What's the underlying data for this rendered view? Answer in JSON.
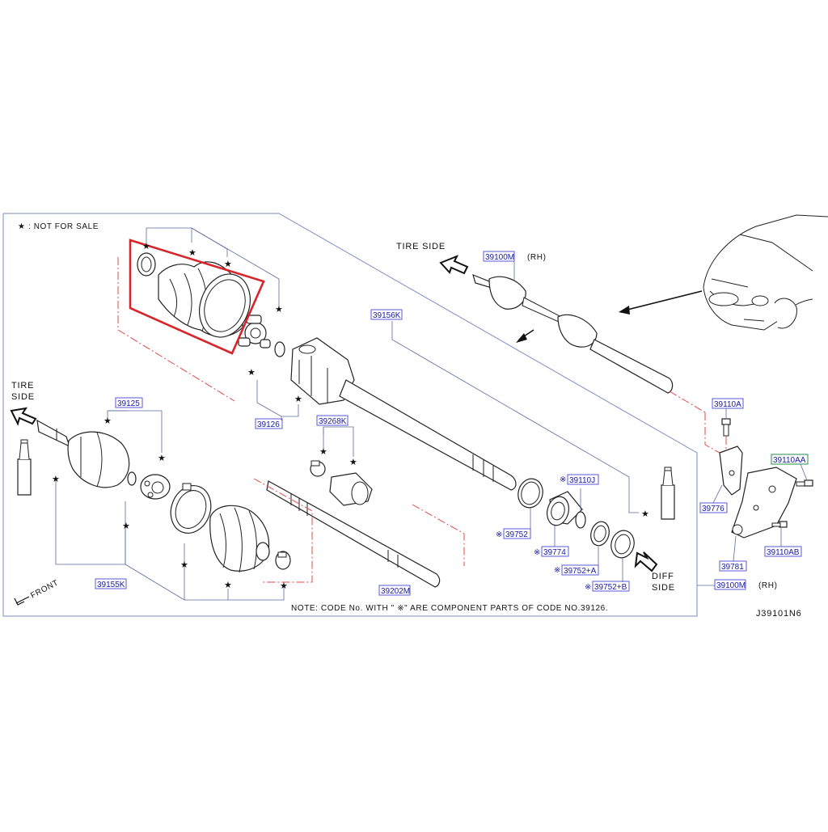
{
  "legend": {
    "not_for_sale": "★ : NOT FOR SALE"
  },
  "directions": {
    "tire_side_top": "TIRE  SIDE",
    "tire_side_left_1": "TIRE",
    "tire_side_left_2": "SIDE",
    "diff_side_1": "DIFF",
    "diff_side_2": "SIDE",
    "front": "FRONT"
  },
  "note": "NOTE:  CODE  No.  WITH  \" ※\"  ARE  COMPONENT  PARTS  OF  CODE  NO.39126.",
  "diagram_code": "J39101N6",
  "star": "★",
  "rh": "(RH)",
  "parts": {
    "p39100M_top": "39100M",
    "p39156K": "39156K",
    "p39110A": "39110A",
    "p39110AA": "39110AA",
    "p39776": "39776",
    "p39781": "39781",
    "p39110AB": "39110AB",
    "p39100M_bottom": "39100M",
    "p39125": "39125",
    "p39126": "39126",
    "p39268K": "39268K",
    "p39155K": "39155K",
    "p39202M": "39202M",
    "p39752": "39752",
    "p39774": "39774",
    "p39110J": "39110J",
    "p39752A": "39752+A",
    "p39752B": "39752+B"
  },
  "component_mark": "※",
  "colors": {
    "highlight": "#d8242b",
    "label_text": "#1a1aa0",
    "label_box": "#5a5ad8",
    "frame": "#7a8cc0",
    "phantom_line": "#e04a4a"
  }
}
